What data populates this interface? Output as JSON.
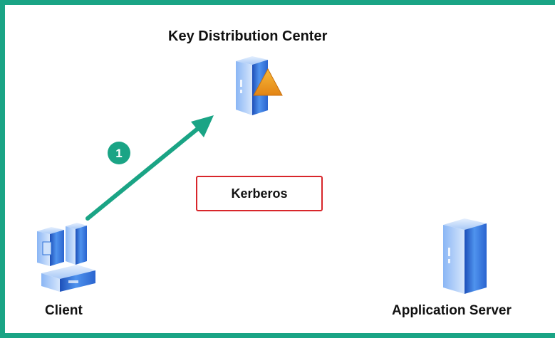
{
  "kdc": {
    "title": "Key Distribution Center",
    "icon": "server-warning-icon"
  },
  "client": {
    "label": "Client",
    "icon": "desktop-computer-icon"
  },
  "application_server": {
    "label": "Application Server",
    "icon": "server-tower-icon"
  },
  "center_box": {
    "label": "Kerberos",
    "border_color": "#d8262b"
  },
  "flow": [
    {
      "step": "1",
      "from": "Client",
      "to": "Key Distribution Center",
      "color": "#1aa485"
    }
  ],
  "colors": {
    "frame": "#1aa485",
    "arrow": "#1aa485",
    "server_blue": "#2b6fd6",
    "warning": "#f19a16"
  }
}
